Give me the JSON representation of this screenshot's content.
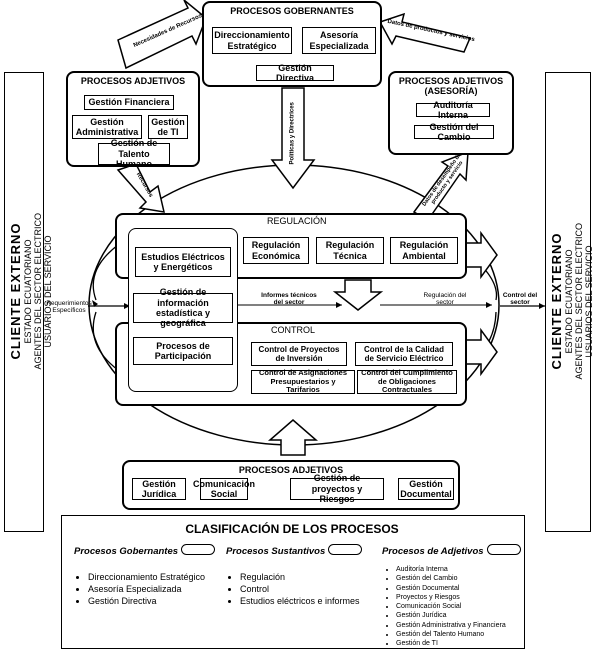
{
  "gobernantes": {
    "title": "PROCESOS GOBERNANTES",
    "direccionamiento": "Direccionamiento Estratégico",
    "asesoria": "Asesoría Especializada",
    "gestion_directiva": "Gestión Directiva"
  },
  "adjetivos_left": {
    "title": "PROCESOS ADJETIVOS",
    "financiera": "Gestión Financiera",
    "administrativa": "Gestión Administrativa",
    "ti": "Gestión de TI",
    "talento": "Gestión de Talento Humano"
  },
  "adjetivos_right": {
    "title_line1": "PROCESOS ADJETIVOS",
    "title_line2": "(ASESORÍA)",
    "auditoria": "Auditoría Interna",
    "cambio": "Gestión del Cambio"
  },
  "arrows": {
    "necesidades": "Necesidades de Recursos",
    "datos_productos": "Datos de productos y servicios",
    "politicas": "Políticas y Directrices",
    "recursos": "Recursos",
    "datos_desempeno": "Datos de desempeño del producto y servicio"
  },
  "cliente_left": {
    "heading": "CLIENTE EXTERNO",
    "line1": "ESTADO ECUATORIANO",
    "line2": "AGENTES DEL SECTOR ELECTRICO",
    "line3": "USUARIOS DEL SERVICIO"
  },
  "cliente_right": {
    "heading": "CLIENTE EXTERNO",
    "line1": "ESTADO ECUATORIANO",
    "line2": "AGENTES DEL SECTOR ELECTRICO",
    "line3": "USUARIOS DEL SERVICIO"
  },
  "central": {
    "regulacion_label": "REGULACIÓN",
    "control_label": "CONTROL",
    "estudios": "Estudios Eléctricos y Energéticos",
    "informacion": "Gestión de información estadística y geográfica",
    "participacion": "Procesos de Participación",
    "reg_economica": "Regulación Económica",
    "reg_tecnica": "Regulación Técnica",
    "reg_ambiental": "Regulación Ambiental",
    "ctrl_proyectos": "Control de Proyectos de Inversión",
    "ctrl_calidad": "Control de la Calidad de Servicio Eléctrico",
    "ctrl_asignaciones": "Control de Asignaciones Presupuestarios y Tarifarios",
    "ctrl_cumplimiento": "Control del Cumplimiento de Obligaciones Contractuales",
    "requerimientos": "Requerimientos Específicos",
    "informes": "Informes técnicos del sector",
    "regulacion_sector": "Regulación del sector",
    "control_sector": "Control del sector"
  },
  "adjetivos_bottom": {
    "title": "PROCESOS ADJETIVOS",
    "juridica": "Gestión Jurídica",
    "comunicacion": "Comunicación Social",
    "proyectos": "Gestión de proyectos y Riesgos",
    "documental": "Gestión Documental"
  },
  "legend": {
    "title": "CLASIFICACIÓN DE LOS PROCESOS",
    "gobernantes_h": "Procesos Gobernantes",
    "sustantivos_h": "Procesos Sustantivos",
    "adjetivos_h": "Procesos de Adjetivos",
    "gobernantes_items": [
      "Direccionamiento Estratégico",
      "Asesoría Especializada",
      "Gestión Directiva"
    ],
    "sustantivos_items": [
      "Regulación",
      "Control",
      "Estudios eléctricos e informes"
    ],
    "adjetivos_items": [
      "Auditoría Interna",
      "Gestión del Cambio",
      "Gestión Documental",
      "Proyectos y Riesgos",
      "Comunicación Social",
      "Gestión Jurídica",
      "Gestión Administrativa y Financiera",
      "Gestión del Talento Humano",
      "Gestión de TI"
    ]
  }
}
